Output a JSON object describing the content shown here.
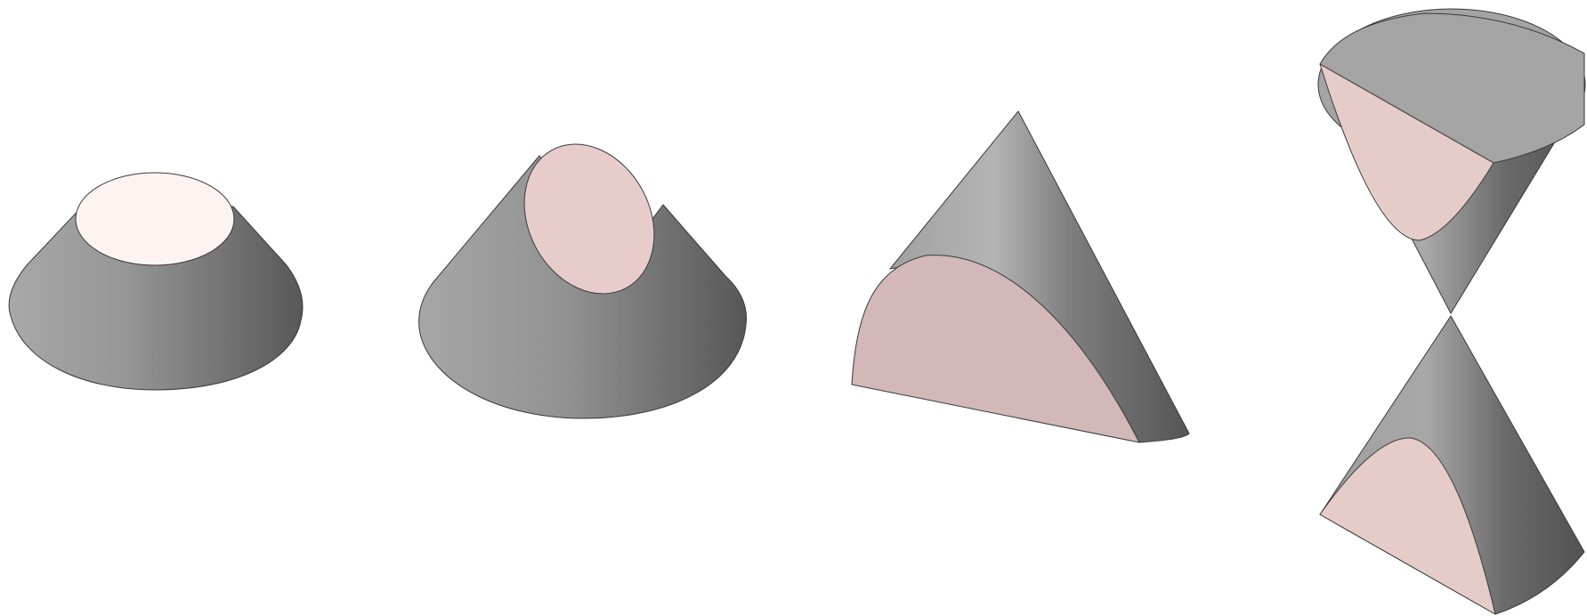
{
  "figure": {
    "colors": {
      "background": "#ffffff",
      "outline": "#3a3a3a",
      "cone_light": "#b2b2b2",
      "cone_mid": "#9a9a9a",
      "cone_dark": "#5a5a5a",
      "section_circle": "#fdf3f1",
      "section_ellipse": "#e8cccc",
      "section_parabola": "#d2b8b8",
      "section_hyperbola": "#e6ccc8",
      "cap_gray": "#a4a4a4"
    },
    "solids": [
      {
        "id": "circle-section",
        "section": "circle"
      },
      {
        "id": "ellipse-section",
        "section": "ellipse"
      },
      {
        "id": "parabola-section",
        "section": "parabola"
      },
      {
        "id": "hyperbola-section",
        "section": "hyperbola"
      }
    ]
  }
}
